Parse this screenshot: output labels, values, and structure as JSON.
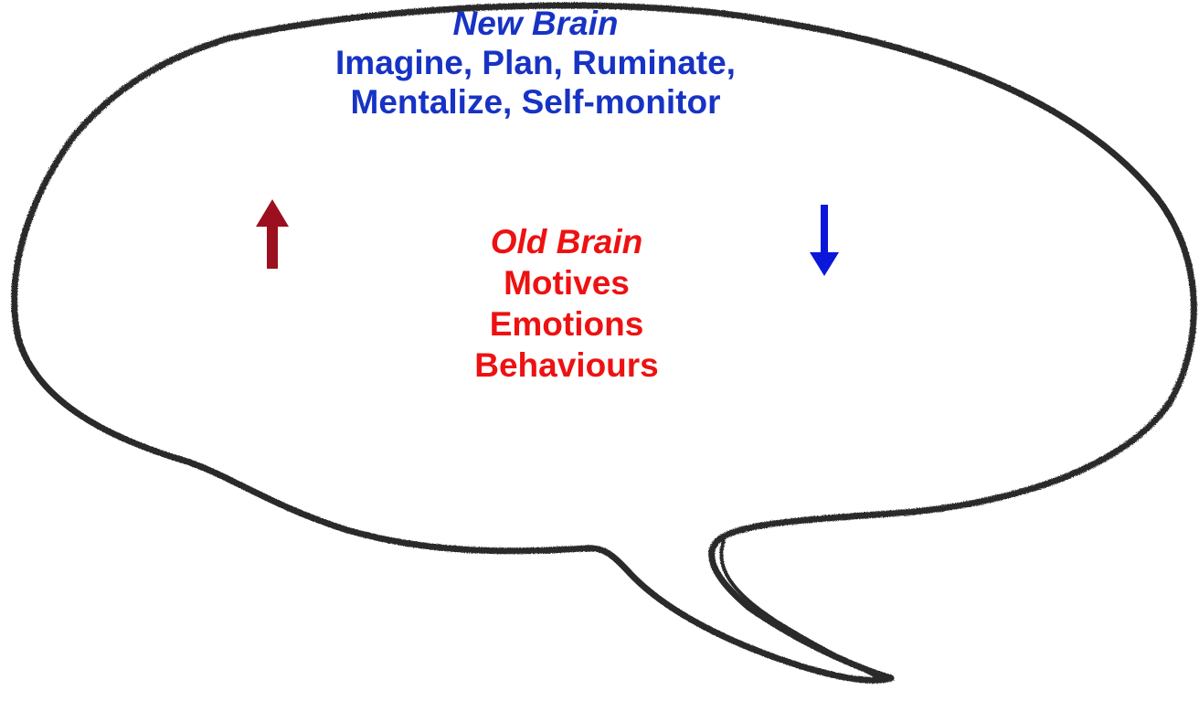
{
  "new_brain": {
    "title": "New Brain",
    "line1": "Imagine, Plan, Ruminate,",
    "line2": "Mentalize, Self-monitor",
    "color": "#1733c4"
  },
  "old_brain": {
    "title": "Old Brain",
    "items": [
      "Motives",
      "Emotions",
      "Behaviours"
    ],
    "color": "#ee1111"
  },
  "arrows": {
    "left": {
      "direction": "up",
      "color": "#9b0f1f"
    },
    "right": {
      "direction": "down",
      "color": "#0b17d9"
    }
  },
  "bubble": {
    "outline_color": "#2a2a2a"
  }
}
